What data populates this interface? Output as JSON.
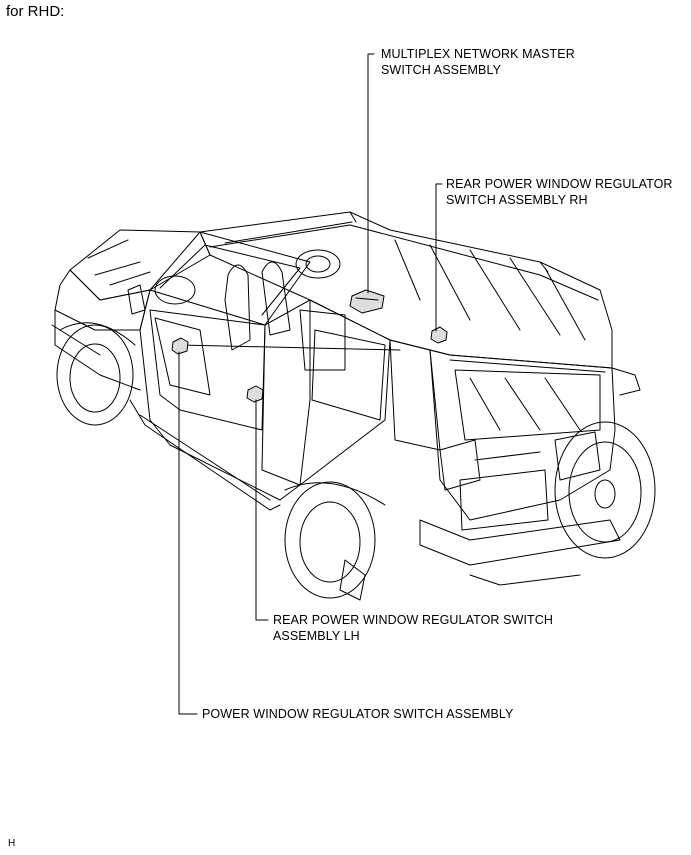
{
  "heading": "for RHD:",
  "callouts": {
    "master_switch": [
      "MULTIPLEX NETWORK MASTER",
      "SWITCH ASSEMBLY"
    ],
    "rear_rh": [
      "REAR POWER WINDOW REGULATOR",
      "SWITCH ASSEMBLY RH"
    ],
    "rear_lh": [
      "REAR POWER WINDOW REGULATOR SWITCH",
      "ASSEMBLY LH"
    ],
    "front": [
      "POWER WINDOW REGULATOR SWITCH ASSEMBLY"
    ]
  },
  "footer_code": "H",
  "colors": {
    "line": "#000000",
    "background": "#ffffff"
  }
}
